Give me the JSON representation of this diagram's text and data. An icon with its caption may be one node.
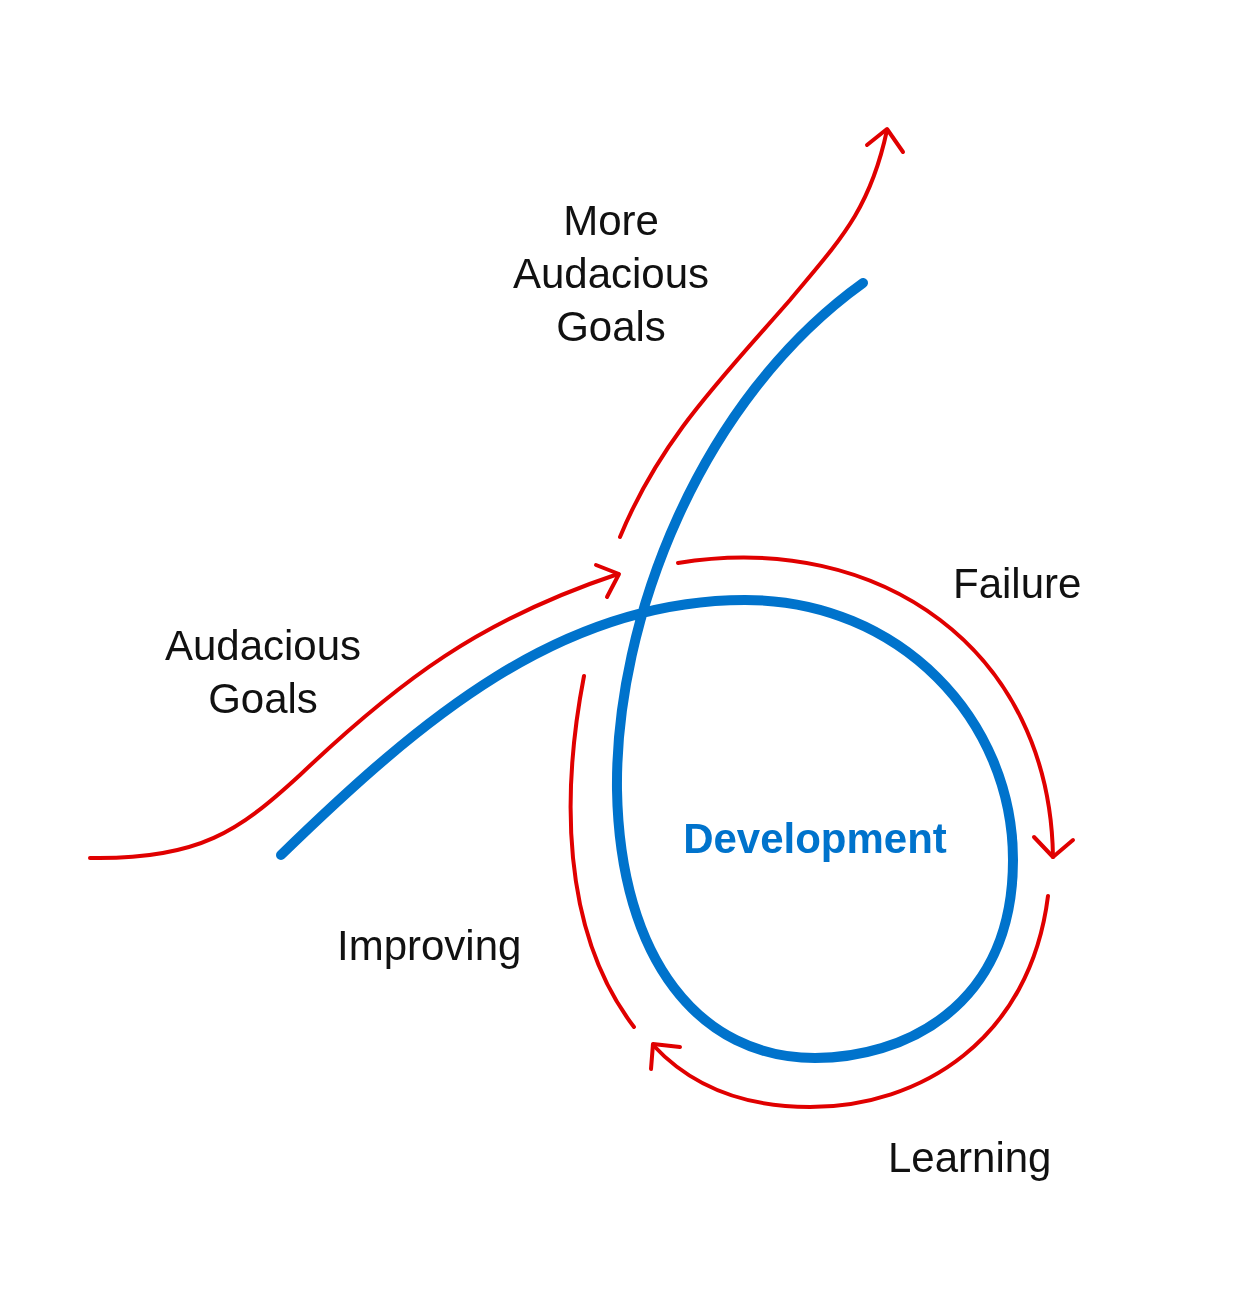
{
  "diagram": {
    "labels": [
      "More Audacious Goals",
      "Failure",
      "Audacious Goals",
      "Development",
      "Improving",
      "Learning"
    ]
  }
}
